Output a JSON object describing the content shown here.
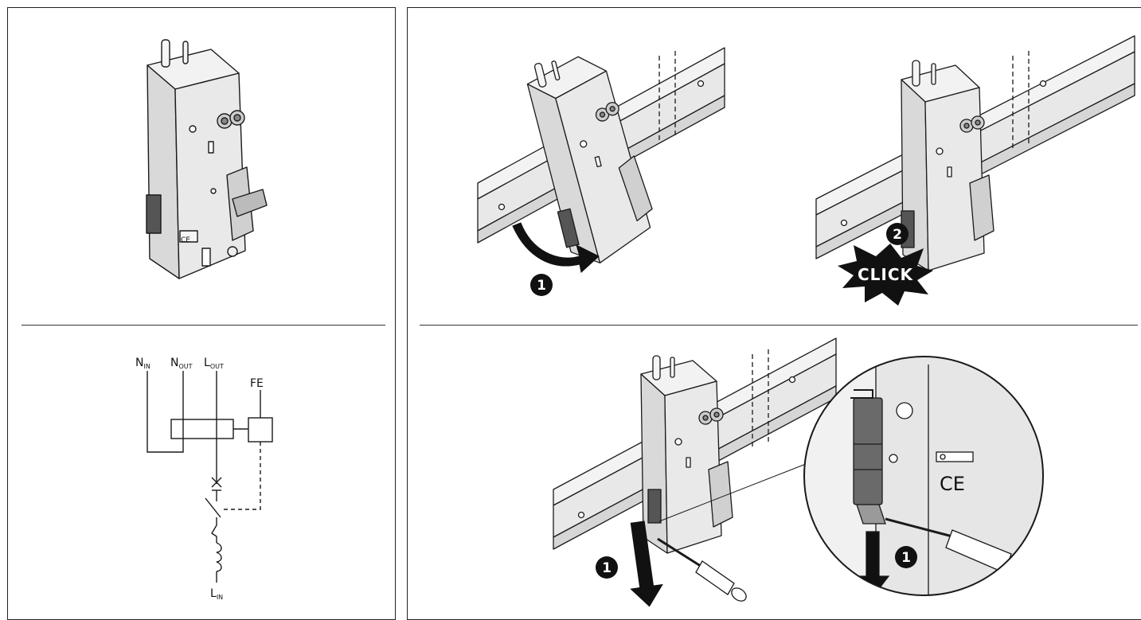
{
  "schematic": {
    "labels": [
      {
        "id": "n-in",
        "main": "N",
        "sub": "IN"
      },
      {
        "id": "n-out",
        "main": "N",
        "sub": "OUT"
      },
      {
        "id": "l-out",
        "main": "L",
        "sub": "OUT"
      },
      {
        "id": "fe",
        "main": "FE",
        "sub": ""
      },
      {
        "id": "l-in",
        "main": "L",
        "sub": "IN"
      }
    ]
  },
  "steps": {
    "tilt_step": "1",
    "snap_step": "2",
    "snap_sound": "CLICK",
    "release_step": "1",
    "release_zoom_step": "1"
  },
  "colors": {
    "line": "#1a1a1a",
    "device_fill": "#e6e6e6",
    "device_shade": "#bdbdbd",
    "latch": "#555555",
    "badge": "#111111"
  },
  "icons": [
    "curved-arrow-icon",
    "down-arrow-icon",
    "screwdriver-icon",
    "ce-mark-icon"
  ]
}
